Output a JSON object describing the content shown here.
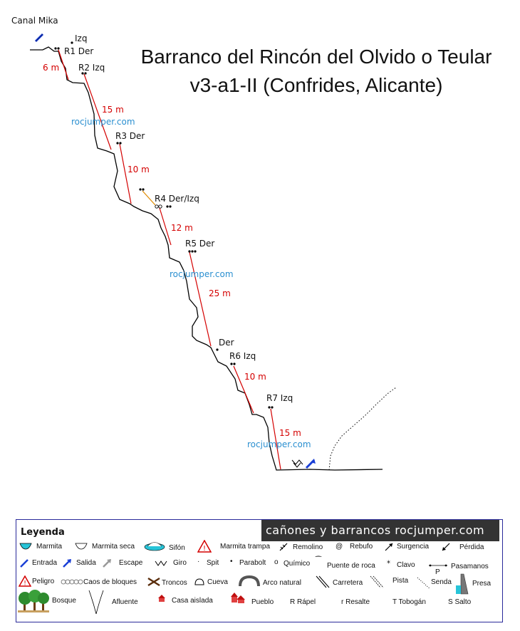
{
  "title_line1": "Barranco del Rincón del Olvido o Teular",
  "title_line2": "v3-a1-II (Confrides, Alicante)",
  "canal_label": "Canal Mika",
  "watermark": "rocjumper.com",
  "anchors": [
    {
      "id": "izq0",
      "text": "Izq"
    },
    {
      "id": "r1",
      "text": "R1 Der"
    },
    {
      "id": "r2",
      "text": "R2 Izq"
    },
    {
      "id": "r3",
      "text": "R3 Der"
    },
    {
      "id": "r4",
      "text": "R4 Der/Izq"
    },
    {
      "id": "r5",
      "text": "R5 Der"
    },
    {
      "id": "der",
      "text": "Der"
    },
    {
      "id": "r6",
      "text": "R6 Izq"
    },
    {
      "id": "r7",
      "text": "R7 Izq"
    }
  ],
  "lengths": [
    "6 m",
    "15 m",
    "10 m",
    "12 m",
    "25 m",
    "10 m",
    "15 m"
  ],
  "legend": {
    "title": "Leyenda",
    "brand": "cañones y barrancos  rocjumper.com",
    "row1": [
      "Marmita",
      "Marmita seca",
      "Sifón",
      "Marmita trampa",
      "Remolino",
      "Rebufo",
      "Surgencia",
      "Pérdida"
    ],
    "row2": [
      "Entrada",
      "Salida",
      "Escape",
      "Giro",
      "Spit",
      "Parabolt",
      "Químico",
      "Puente de roca",
      "Clavo",
      "Pasamanos"
    ],
    "row3": [
      "Peligro",
      "Caos de bloques",
      "Troncos",
      "Cueva",
      "Arco natural",
      "Carretera",
      "Pista",
      "Senda",
      "Presa"
    ],
    "row4": [
      "Bosque",
      "Afluente",
      "Casa aislada",
      "Pueblo",
      "R Rápel",
      "r Resalte",
      "T Tobogán",
      "S Salto"
    ],
    "row2_extra": "P",
    "colors": {
      "entrada": "#1a3fd6",
      "peligro": "#d40000",
      "marmita": "#27c4d8",
      "brand_bg": "#333333"
    }
  }
}
